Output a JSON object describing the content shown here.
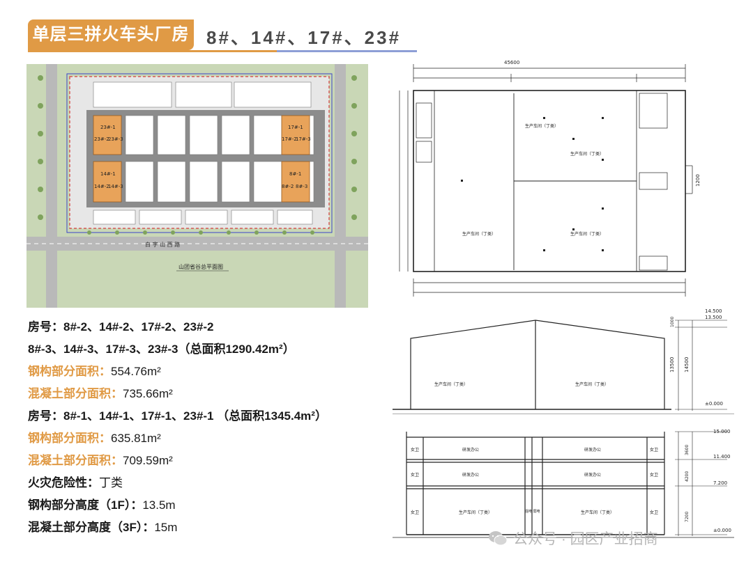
{
  "header": {
    "title": "单层三拼火车头厂房",
    "building_numbers": "8#、14#、17#、23#"
  },
  "site_plan": {
    "caption": "山团省谷总平面图",
    "road_name": "白 字 山 西 路",
    "highlighted_units": [
      {
        "top": "23#-1",
        "left": "23#-2",
        "right": "23#-3"
      },
      {
        "top": "17#-1",
        "left": "17#-2",
        "right": "17#-3"
      },
      {
        "top": "14#-1",
        "left": "14#-2",
        "right": "14#-3"
      },
      {
        "top": "8#-1",
        "left": "8#-2",
        "right": "8#-3"
      }
    ]
  },
  "info": {
    "group1_label": "房号：",
    "group1_rooms_line1": "8#-2、14#-2、17#-2、23#-2",
    "group1_rooms_line2": "8#-3、14#-3、17#-3、23#-3（总面积1290.42m²）",
    "steel_area_label_1": "钢构部分面积：",
    "steel_area_value_1": "554.76m²",
    "concrete_area_label_1": "混凝土部分面积：",
    "concrete_area_value_1": "735.66m²",
    "group2_label": "房号：",
    "group2_rooms": "8#-1、14#-1、17#-1、23#-1 （总面积1345.4m²）",
    "steel_area_label_2": "钢构部分面积：",
    "steel_area_value_2": "635.81m²",
    "concrete_area_label_2": "混凝土部分面积：",
    "concrete_area_value_2": "709.59m²",
    "fire_label": "火灾危险性：",
    "fire_value": "丁类",
    "steel_height_label": "钢构部分高度（1F）：",
    "steel_height_value": "13.5m",
    "concrete_height_label": "混凝土部分高度（3F）：",
    "concrete_height_value": "15m"
  },
  "floor_plan": {
    "room_label": "生产车间（丁类）",
    "dim_top": "45600",
    "dim_side": "1200"
  },
  "elevation": {
    "workshop_label": "生产车间（丁类）",
    "level_top": "14.500",
    "level_eave": "13.500",
    "level_ground": "±0.000",
    "dim_13500": "13500",
    "dim_14500": "14500",
    "dim_1000": "1000"
  },
  "section": {
    "office_label": "研发办公",
    "toilet_label": "女卫",
    "workshop_label": "生产车间（丁类）",
    "elec_label": "强电 弱电",
    "level_15": "15.000",
    "level_11": "11.400",
    "level_7": "7.200",
    "level_0": "±0.000",
    "dim_3600": "3600",
    "dim_4200": "4200",
    "dim_7200": "7200"
  },
  "watermark": {
    "text": "公众号 · 园区产业招商"
  },
  "colors": {
    "accent_orange": "#e09a45",
    "accent_blue": "#8d9ed6",
    "highlight_unit": "#e8a35a"
  }
}
